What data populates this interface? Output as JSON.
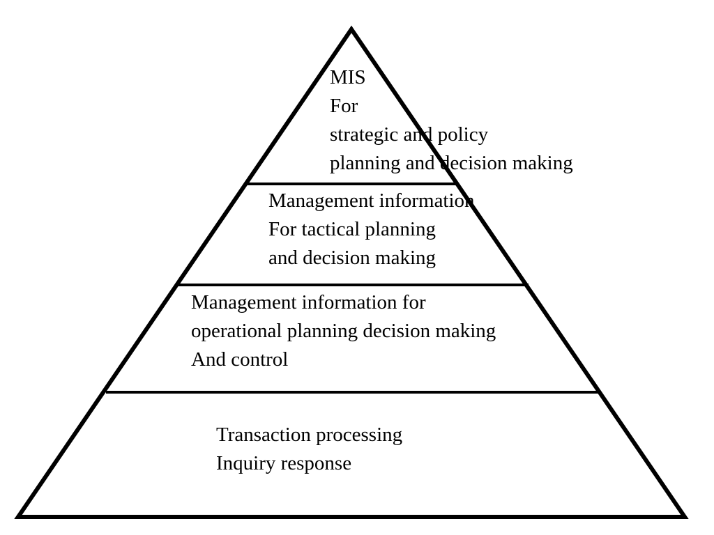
{
  "colors": {
    "stroke": "#000000",
    "background": "#ffffff",
    "text": "#000000"
  },
  "pyramid": {
    "tiers": [
      {
        "lines": [
          "MIS",
          "For",
          "strategic and policy",
          "planning and decision making"
        ]
      },
      {
        "lines": [
          "Management information",
          "For tactical planning",
          "and decision making"
        ]
      },
      {
        "lines": [
          "Management information for",
          "operational planning decision making",
          "And control"
        ]
      },
      {
        "lines": [
          "Transaction processing",
          "Inquiry response"
        ]
      }
    ]
  }
}
